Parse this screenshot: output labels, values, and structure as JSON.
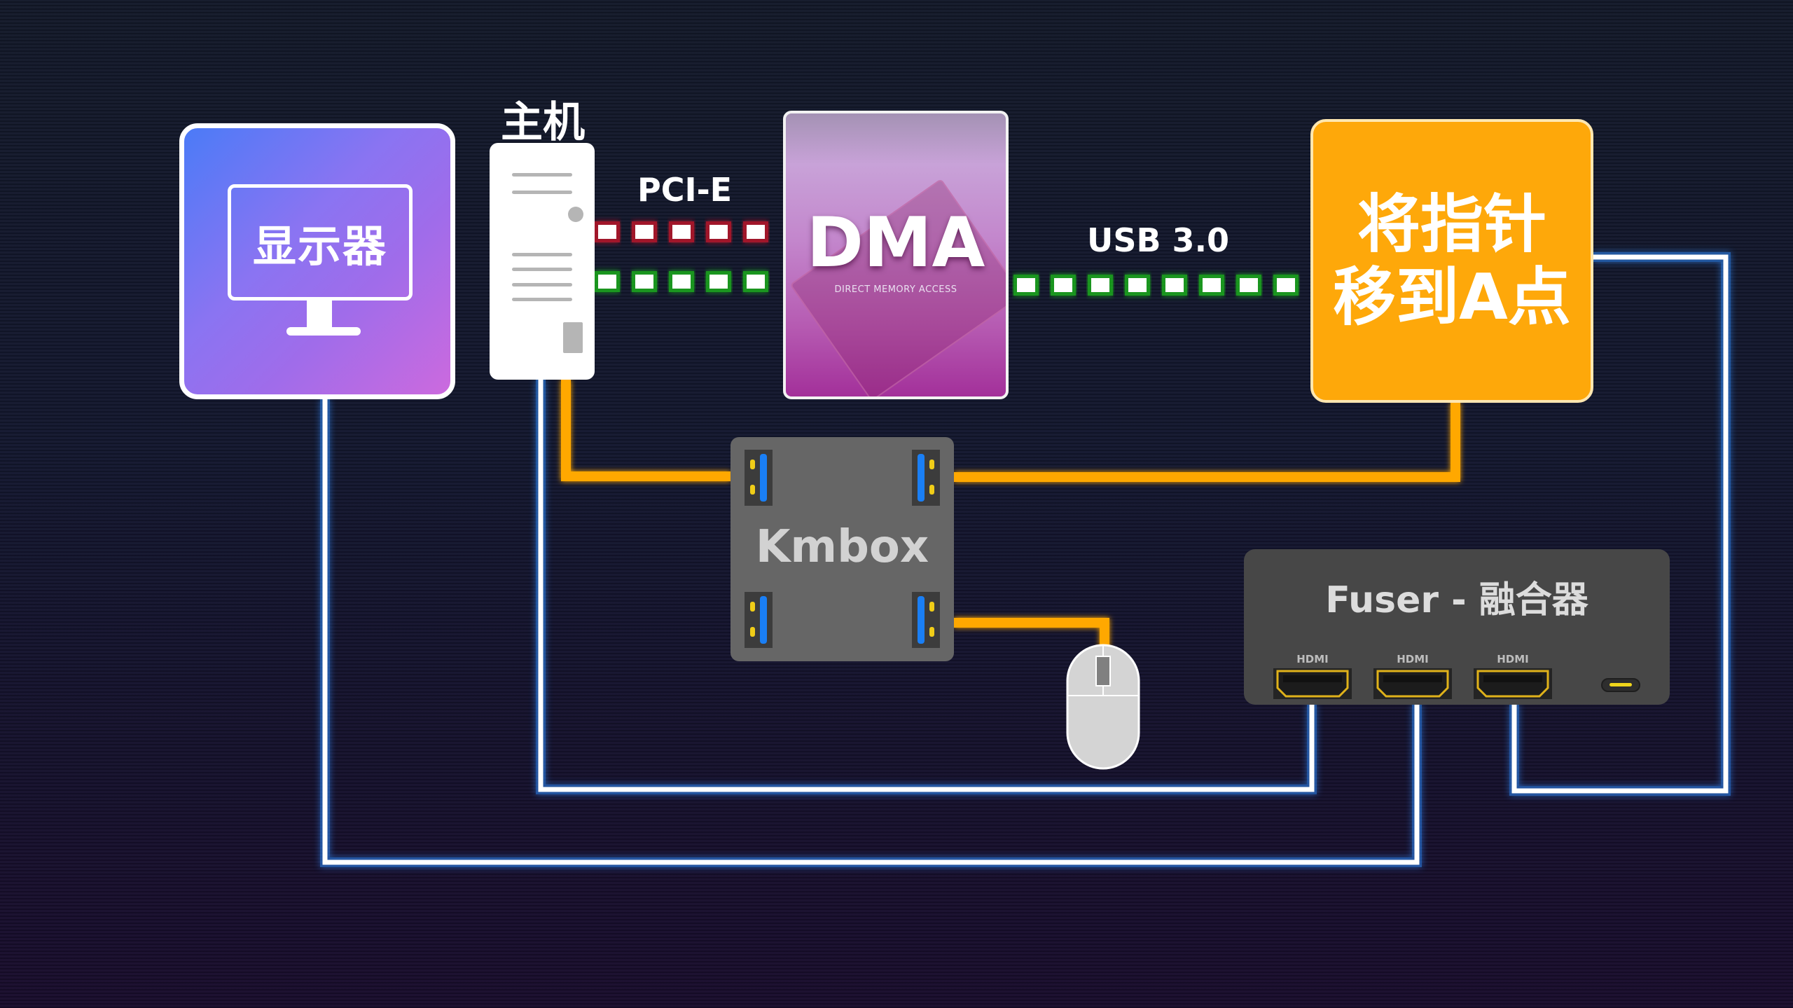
{
  "diagram": {
    "monitor": {
      "label": "显示器",
      "icon": "monitor-icon"
    },
    "host": {
      "label": "主机",
      "icon": "pc-tower-icon"
    },
    "dma": {
      "title": "DMA",
      "subtitle": "DIRECT MEMORY ACCESS"
    },
    "action": {
      "line1": "将指针",
      "line2": "移到A点"
    },
    "kmbox": {
      "label": "Kmbox",
      "ports": 4
    },
    "mouse": {
      "icon": "mouse-icon"
    },
    "fuser": {
      "label": "Fuser - 融合器",
      "ports": [
        {
          "label": "HDMI"
        },
        {
          "label": "HDMI"
        },
        {
          "label": "HDMI"
        }
      ],
      "extra_port": "usb-c"
    },
    "links": [
      {
        "from": "host",
        "to": "dma",
        "label": "PCI-E",
        "style": "dashed",
        "color": "#c4162a"
      },
      {
        "from": "host",
        "to": "dma",
        "label": "",
        "style": "dashed",
        "color": "#1fb51f"
      },
      {
        "from": "dma",
        "to": "action",
        "label": "USB 3.0",
        "style": "dashed",
        "color": "#1fb51f"
      },
      {
        "from": "host",
        "to": "kmbox",
        "label": "",
        "style": "solid",
        "color": "#ffa800"
      },
      {
        "from": "kmbox",
        "to": "action",
        "label": "",
        "style": "solid",
        "color": "#ffa800"
      },
      {
        "from": "kmbox",
        "to": "mouse",
        "label": "",
        "style": "solid",
        "color": "#ffa800"
      },
      {
        "from": "monitor",
        "to": "fuser",
        "label": "",
        "style": "solid",
        "color": "#ffffff"
      },
      {
        "from": "host",
        "to": "fuser",
        "label": "",
        "style": "solid",
        "color": "#ffffff"
      },
      {
        "from": "action",
        "to": "fuser",
        "label": "",
        "style": "solid",
        "color": "#ffffff"
      }
    ],
    "pcie_label": "PCI-E",
    "usb_label": "USB 3.0"
  },
  "colors": {
    "background_top": "#141a2b",
    "background_bottom": "#1a0d2e",
    "monitor_gradient_start": "#4b7bf7",
    "monitor_gradient_end": "#cc6ade",
    "action_orange": "#fea80a",
    "wire_orange": "#ffa800",
    "wire_blue_glow": "#2d8cff",
    "dash_red": "#c4162a",
    "dash_green": "#1fb51f",
    "kmbox_gray": "#666666",
    "fuser_gray": "#474747"
  }
}
